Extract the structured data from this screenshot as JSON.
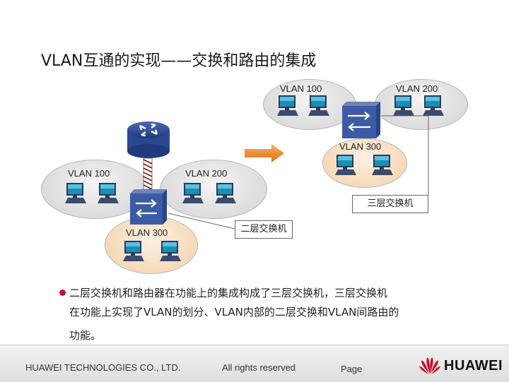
{
  "title": "VLAN互通的实现——交换和路由的集成",
  "left_diagram": {
    "vlan_left": "VLAN 100",
    "vlan_right": "VLAN 200",
    "vlan_bottom": "VLAN 300",
    "switch_label": "二层交换机"
  },
  "right_diagram": {
    "vlan_top_left": "VLAN 100",
    "vlan_top_right": "VLAN 200",
    "vlan_bottom": "VLAN 300",
    "switch_label": "三层交换机"
  },
  "bullet": {
    "line1": "二层交换机和路由器在功能上的集成构成了三层交换机，三层交换机",
    "line2": "在功能上实现了VLAN的划分、VLAN内部的二层交换和VLAN间路由的",
    "line3": "功能。"
  },
  "footer": {
    "company": "HUAWEI TECHNOLOGIES CO., LTD.",
    "rights": "All rights reserved",
    "page": "Page",
    "logo_text": "HUAWEI"
  },
  "colors": {
    "arrow": "#f08a24",
    "brand_red": "#c8102e",
    "vlan_gray": "#dcdcdc",
    "vlan_orange": "#f6d9b8"
  }
}
